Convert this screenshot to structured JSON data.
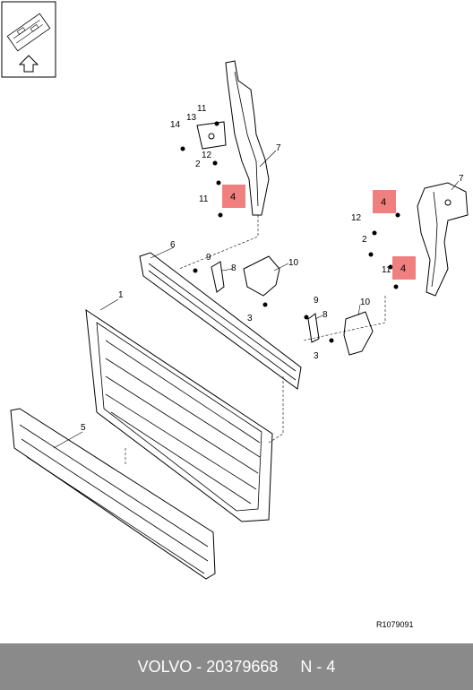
{
  "callouts": {
    "c1": "1",
    "c2a": "2",
    "c2b": "2",
    "c3a": "3",
    "c3b": "3",
    "c4a": "4",
    "c4b": "4",
    "c4c": "4",
    "c5": "5",
    "c6": "6",
    "c7a": "7",
    "c7b": "7",
    "c8a": "8",
    "c8b": "8",
    "c9a": "9",
    "c9b": "9",
    "c10a": "10",
    "c10b": "10",
    "c11a": "11",
    "c11b": "11",
    "c11c": "11",
    "c12a": "12",
    "c12b": "12",
    "c13": "13",
    "c14": "14"
  },
  "reference_code": "R1079091",
  "footer": {
    "brand": "VOLVO",
    "separator": " - ",
    "part_number": "20379668",
    "position": "N - 4"
  },
  "colors": {
    "badge": "#f08080",
    "footer_bg": "#8a8a8a",
    "footer_text": "#ffffff"
  },
  "icons": {
    "orientation": "orientation-arrow-icon"
  }
}
